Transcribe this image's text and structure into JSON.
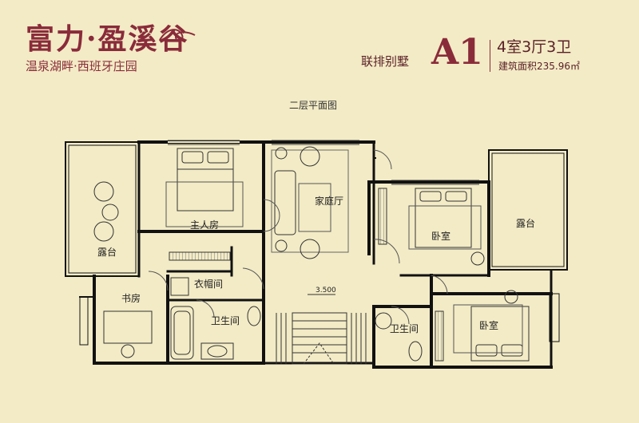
{
  "brand": {
    "title": "富力·盈溪谷",
    "subtitle": "温泉湖畔·西班牙庄园"
  },
  "unit": {
    "type": "联排别墅",
    "code": "A1",
    "rooms": "4室3厅3卫",
    "area": "建筑面积235.96㎡"
  },
  "plan": {
    "title": "二层平面图",
    "rooms": {
      "master_bedroom": "主人房",
      "family_hall": "家庭厅",
      "bedroom_1": "卧室",
      "bedroom_2": "卧室",
      "terrace_left": "露台",
      "terrace_right": "露台",
      "study": "书房",
      "closet": "衣帽间",
      "bathroom_left": "卫生间",
      "bathroom_right": "卫生间"
    },
    "elevation": "3.500"
  },
  "colors": {
    "background": "#f3ebc6",
    "brand": "#8a2b3a",
    "wall": "#111111",
    "line": "#555555"
  }
}
